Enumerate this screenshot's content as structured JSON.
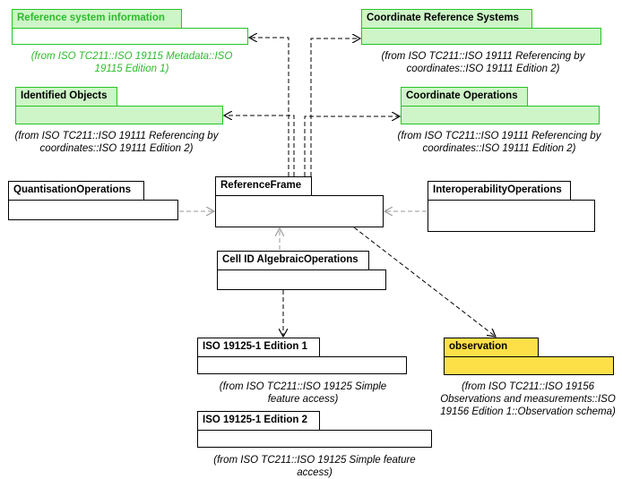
{
  "packages": {
    "ref_sys_info": {
      "name": "Reference system information",
      "from": "(from ISO TC211::ISO 19115 Metadata::ISO 19115 Edition 1)"
    },
    "crs": {
      "name": "Coordinate Reference Systems",
      "from": "(from ISO TC211::ISO 19111 Referencing by coordinates::ISO 19111 Edition 2)"
    },
    "identified_objects": {
      "name": "Identified Objects",
      "from": "(from ISO TC211::ISO 19111 Referencing by coordinates::ISO 19111 Edition 2)"
    },
    "coord_ops": {
      "name": "Coordinate Operations",
      "from": "(from ISO TC211::ISO 19111 Referencing by coordinates::ISO 19111 Edition 2)"
    },
    "quantisation_ops": {
      "name": "QuantisationOperations"
    },
    "reference_frame": {
      "name": "ReferenceFrame"
    },
    "interop_ops": {
      "name": "InteroperabilityOperations"
    },
    "cell_id_ops": {
      "name": "Cell ID AlgebraicOperations"
    },
    "iso19125_ed1": {
      "name": "ISO 19125-1 Edition 1",
      "from": "(from ISO TC211::ISO 19125 Simple feature access)"
    },
    "iso19125_ed2": {
      "name": "ISO 19125-1 Edition 2",
      "from": "(from ISO TC211::ISO 19125 Simple feature access)"
    },
    "observation": {
      "name": "observation",
      "from": "(from ISO TC211::ISO 19156 Observations and measurements::ISO 19156 Edition 1::Observation schema)"
    }
  },
  "colors": {
    "green_border": "#27c427",
    "green_fill": "#cdf5c7",
    "green_text": "#2dbb2d",
    "yellow_fill": "#fde048",
    "grey_arrow": "#9a9a9a"
  }
}
